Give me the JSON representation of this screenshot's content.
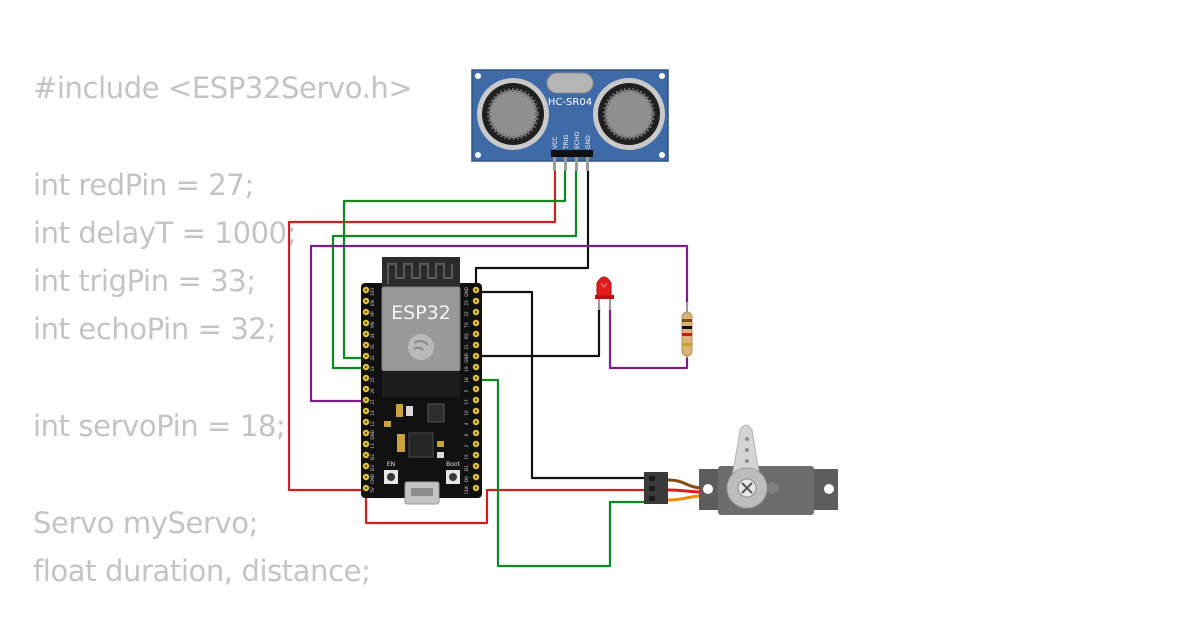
{
  "code_lines": [
    "#include <ESP32Servo.h>",
    "",
    "int redPin = 27;",
    "int delayT = 1000;",
    "int trigPin = 33;",
    "int echoPin = 32;",
    "",
    "int servoPin = 18;",
    "",
    "Servo myServo;",
    "float duration, distance;"
  ],
  "sensor": {
    "model": "HC-SR04",
    "pins": [
      "VCC",
      "TRIG",
      "ECHO",
      "GND"
    ]
  },
  "board": {
    "name": "ESP32",
    "left_pins": [
      "3V3",
      "EN",
      "VP",
      "VN",
      "34",
      "35",
      "32",
      "33",
      "25",
      "26",
      "27",
      "14",
      "12",
      "GND",
      "13",
      "D2",
      "D3",
      "CMD",
      "5V"
    ],
    "right_pins": [
      "GND",
      "23",
      "22",
      "TX",
      "RX",
      "21",
      "GND",
      "19",
      "18",
      "5",
      "17",
      "16",
      "4",
      "0",
      "2",
      "15",
      "D1",
      "D0",
      "CLK"
    ],
    "button_left": "EN",
    "button_right": "Boot"
  },
  "wire_colors": {
    "red": "#d11f1f",
    "green": "#0a8a1f",
    "black": "#111111",
    "purple": "#7b1f86"
  }
}
